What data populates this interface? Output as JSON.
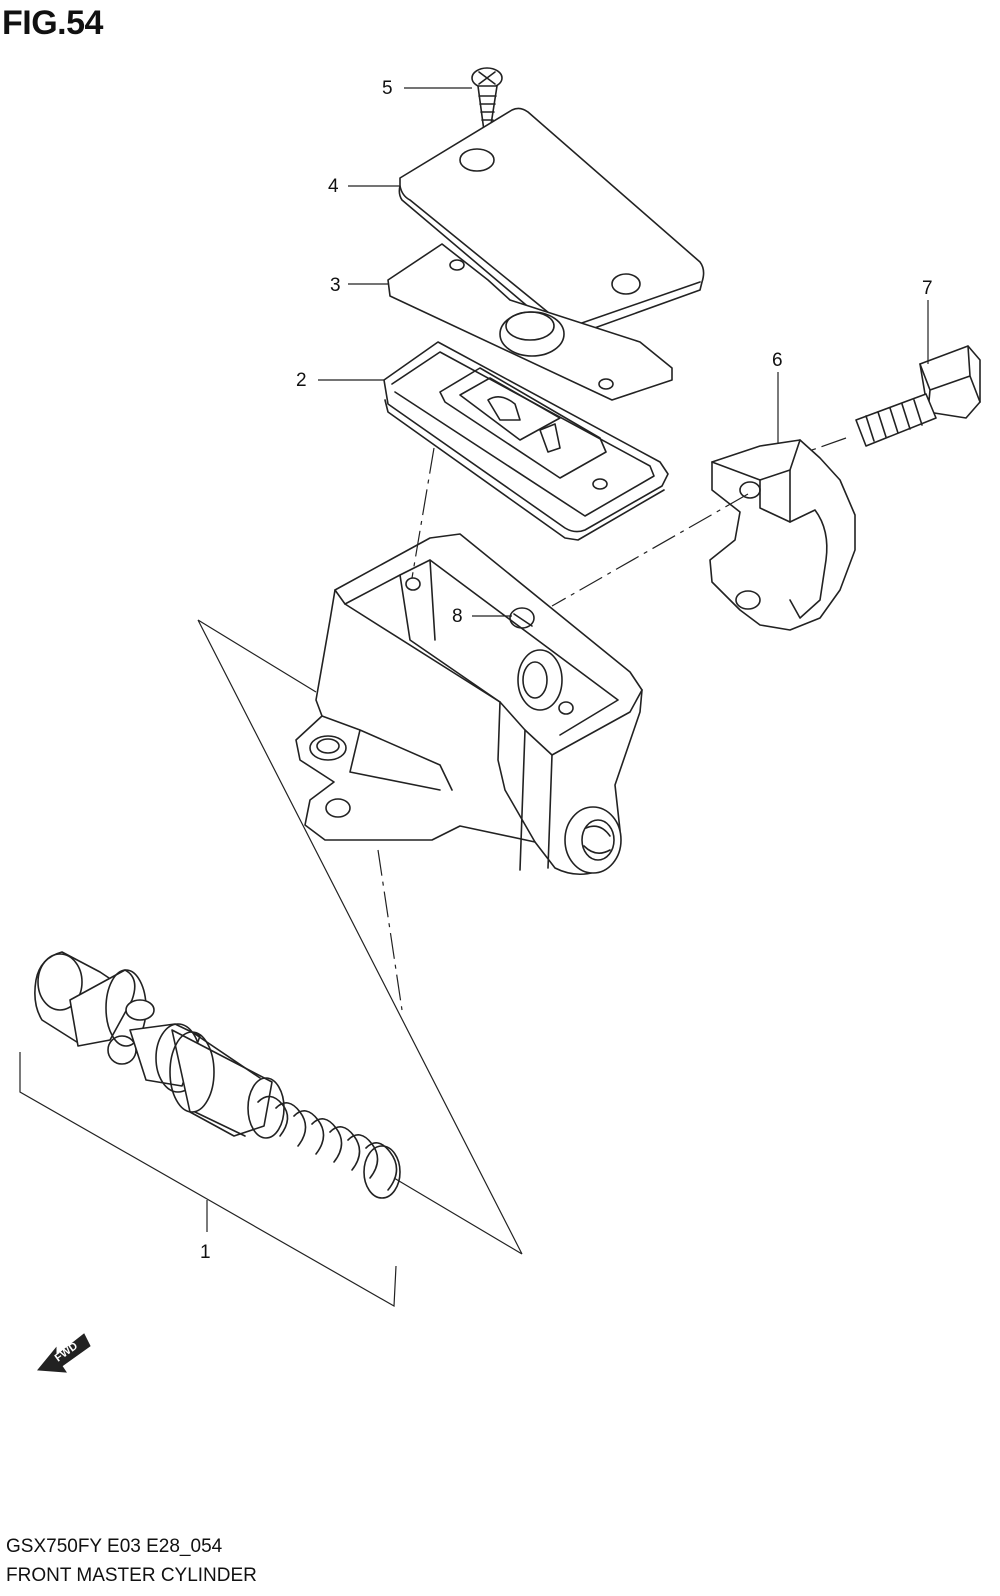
{
  "figure": {
    "title": "FIG.54"
  },
  "callouts": [
    {
      "id": "1",
      "label": "1"
    },
    {
      "id": "2",
      "label": "2"
    },
    {
      "id": "3",
      "label": "3"
    },
    {
      "id": "4",
      "label": "4"
    },
    {
      "id": "5",
      "label": "5"
    },
    {
      "id": "6",
      "label": "6"
    },
    {
      "id": "7",
      "label": "7"
    },
    {
      "id": "8",
      "label": "8"
    }
  ],
  "direction_badge": {
    "label": "FWD",
    "icon": "forward-arrow-icon"
  },
  "footer": {
    "model_code": "GSX750FY E03 E28_054",
    "assembly_name": "FRONT MASTER CYLINDER"
  }
}
